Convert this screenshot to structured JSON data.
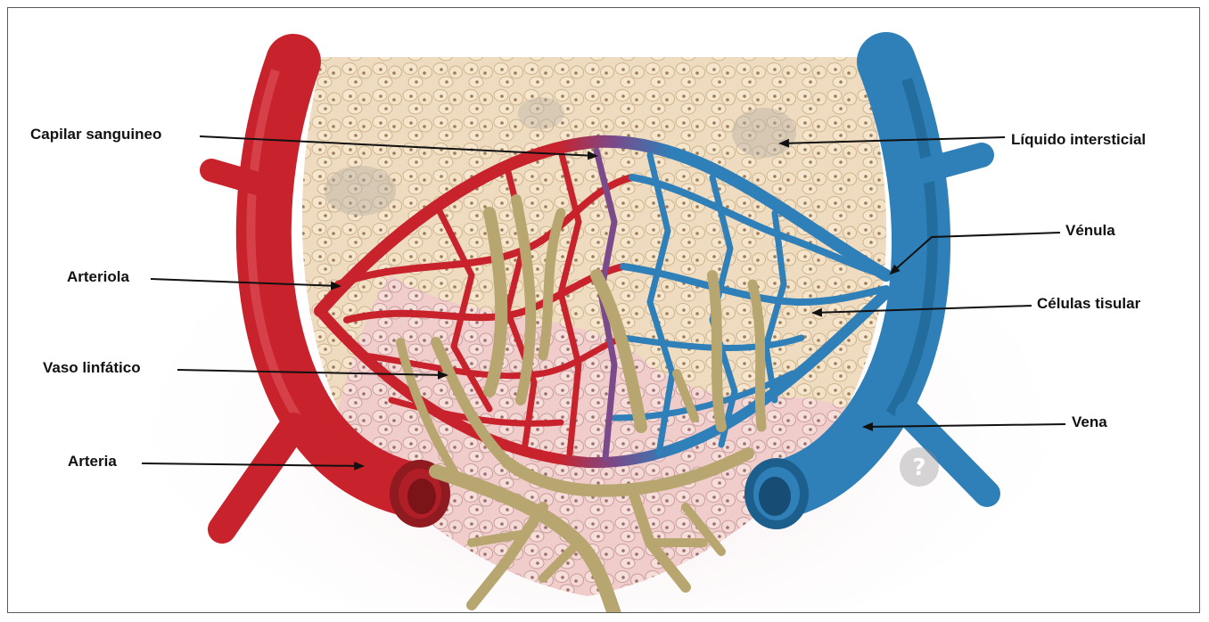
{
  "labels": {
    "capilar": "Capilar sanguineo",
    "arteriola": "Arteriola",
    "vaso": "Vaso linfático",
    "arteria": "Arteria",
    "liquido": "Líquido intersticial",
    "venula": "Vénula",
    "celulas": "Células tisular",
    "vena": "Vena"
  },
  "colors": {
    "artery": "#c8232c",
    "artery_dark": "#8f1a1f",
    "vein": "#2f7fb8",
    "vein_dark": "#1d5f8c",
    "lymph": "#b8a671",
    "tissue": "#ecd9bd",
    "tissue_pink": "#f2cfd2",
    "arrow": "#111111"
  },
  "icons": [
    "help-question-icon"
  ]
}
